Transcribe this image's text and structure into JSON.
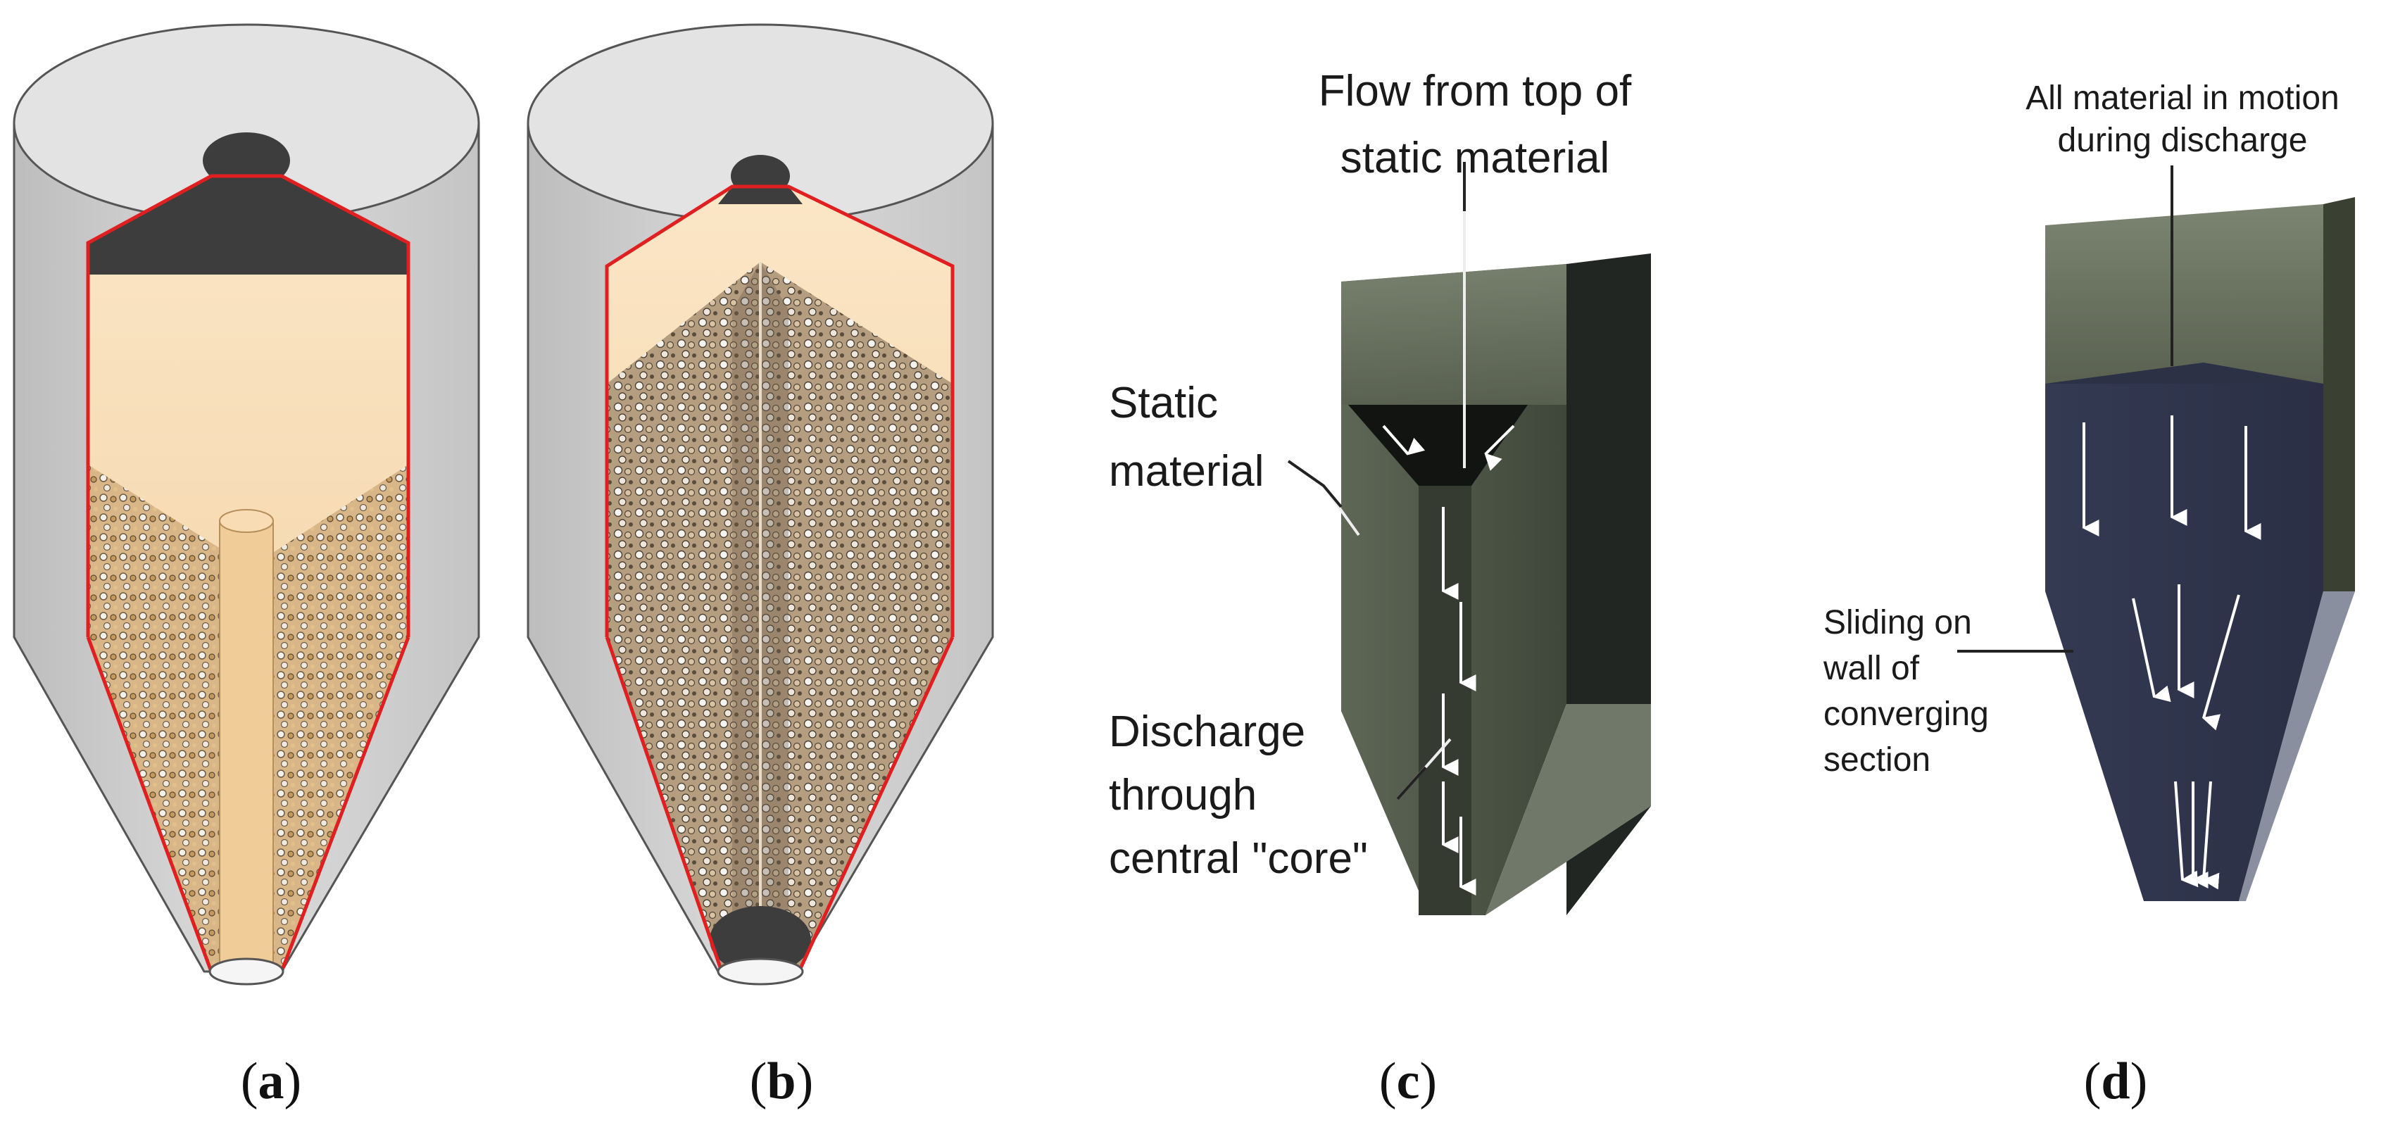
{
  "panels": [
    {
      "id": "a",
      "letter": "a"
    },
    {
      "id": "b",
      "letter": "b"
    },
    {
      "id": "c",
      "letter": "c",
      "labels": {
        "flow_line1": "Flow from top of",
        "flow_line2": "static material",
        "static_line1": "Static",
        "static_line2": "material",
        "discharge_line1": "Discharge",
        "discharge_line2": "through",
        "discharge_line3": "central \"core\""
      }
    },
    {
      "id": "d",
      "letter": "d",
      "labels": {
        "motion_line1": "All material in motion",
        "motion_line2": "during discharge",
        "sliding_line1": "Sliding on",
        "sliding_line2": "wall of",
        "sliding_line3": "converging",
        "sliding_line4": "section"
      }
    }
  ],
  "colors": {
    "silo_gray": "#d0d0d0",
    "silo_top": "#e6e6e6",
    "wall_line": "#e02020",
    "material": "#f3d3a6",
    "particles": "#b89a70",
    "dark": "#3c3c3c",
    "hopper_c": "#4a5444",
    "hopper_d": "#2f3347"
  }
}
